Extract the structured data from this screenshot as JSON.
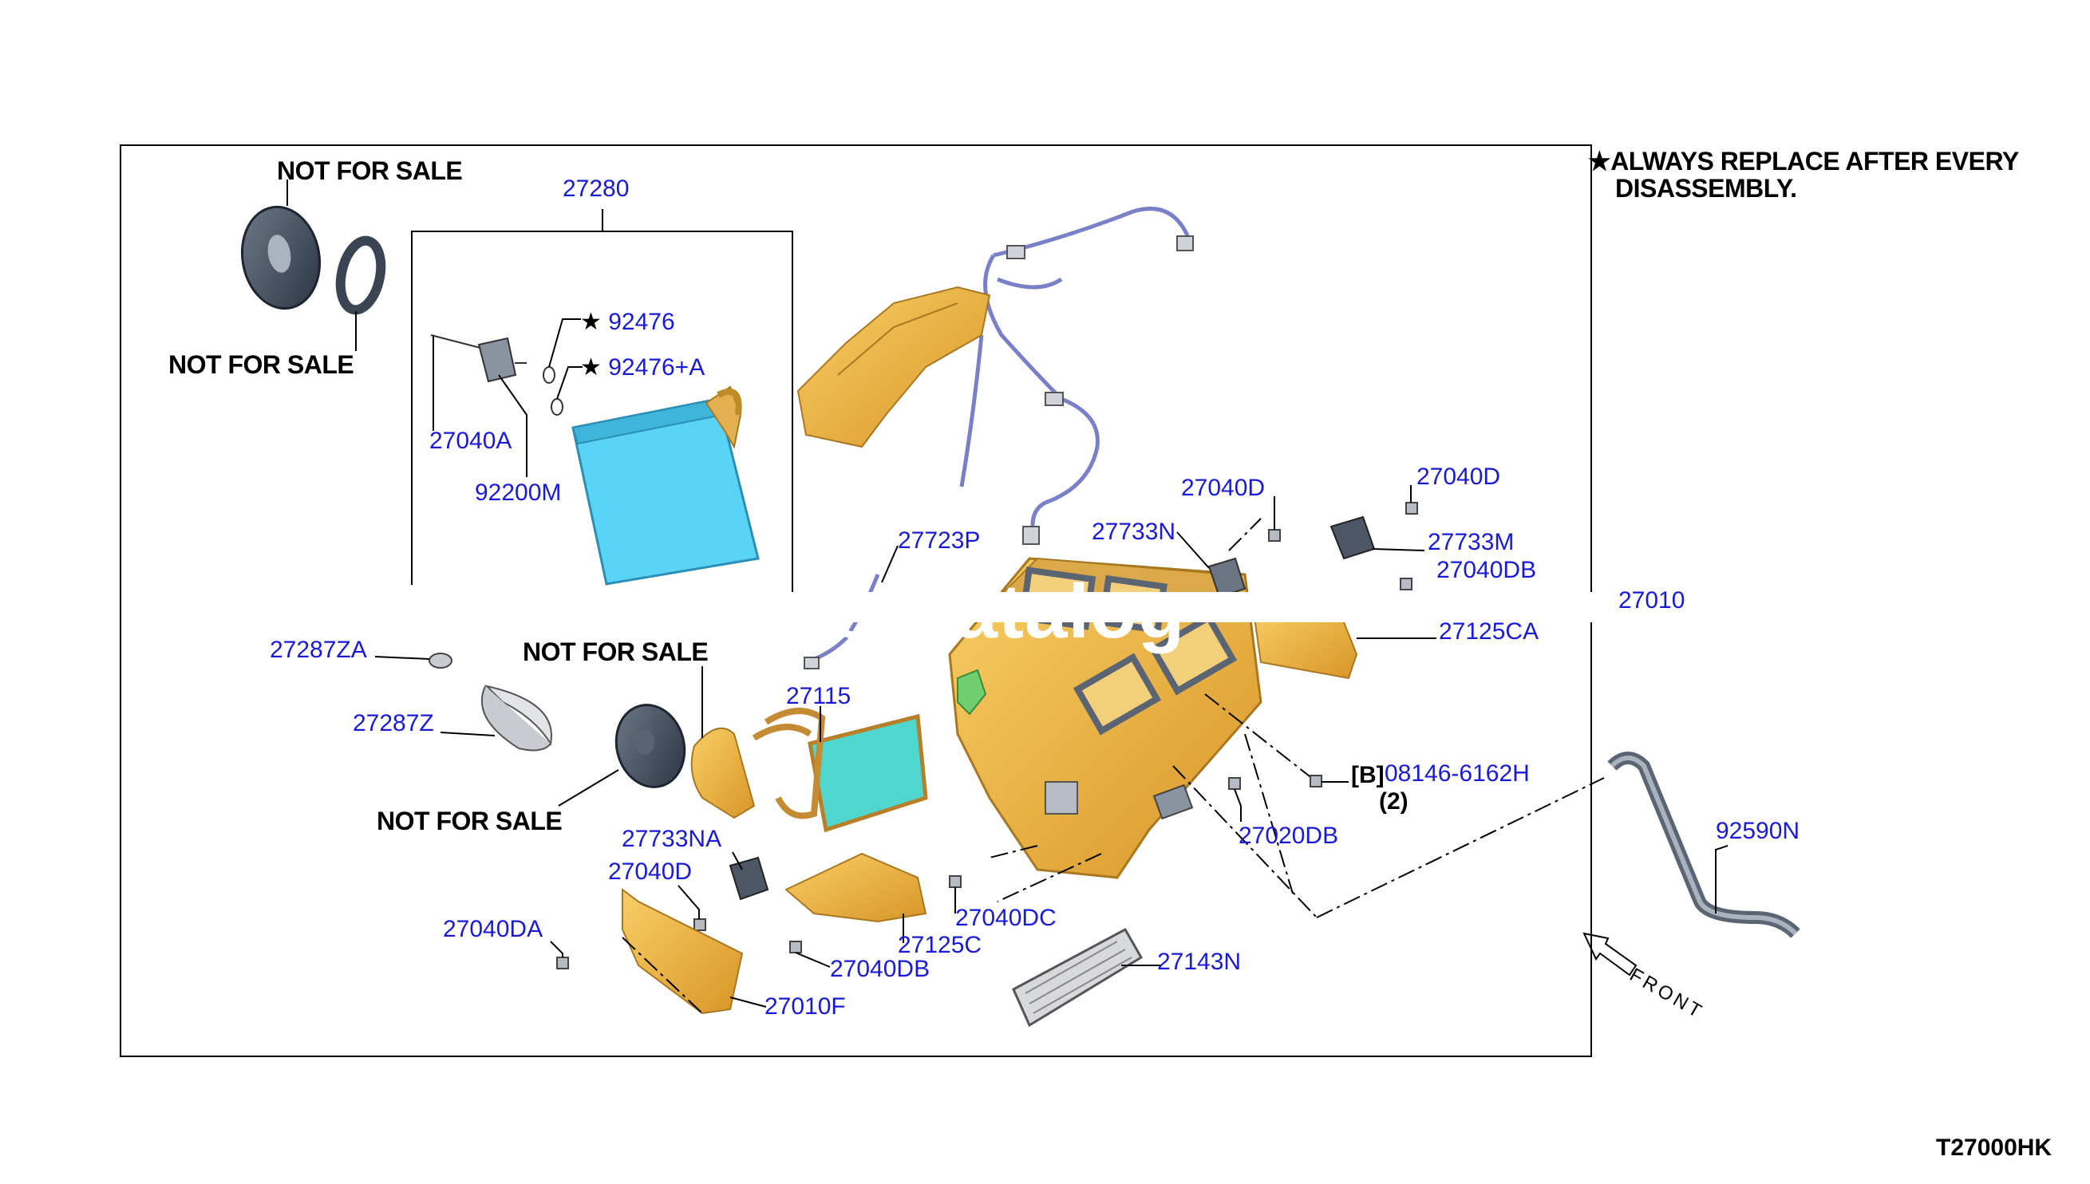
{
  "note": {
    "star": "★",
    "line1": "ALWAYS REPLACE AFTER EVERY",
    "line2": "DISASSEMBLY."
  },
  "not_for_sale": "NOT FOR SALE",
  "watermark": "Nissan Parts Catalog",
  "diagram_code": "T27000HK",
  "front_label": "FRONT",
  "bracket_code": "[B]",
  "bracket_qty": "(2)",
  "parts": {
    "p27280": "27280",
    "p92476": "92476",
    "p92476a": "92476+A",
    "p27040A": "27040A",
    "p92200M": "92200M",
    "p27287ZA": "27287ZA",
    "p27287Z": "27287Z",
    "p27115": "27115",
    "p27723P": "27723P",
    "p27733N": "27733N",
    "p27040D_top": "27040D",
    "p27040D_right": "27040D",
    "p27733M": "27733M",
    "p27040DB_top": "27040DB",
    "p27010": "27010",
    "p27125CA": "27125CA",
    "p08146": "08146-6162H",
    "p27020DB": "27020DB",
    "p92590N": "92590N",
    "p27733NA": "27733NA",
    "p27040D_left": "27040D",
    "p27040DA": "27040DA",
    "p27040DC": "27040DC",
    "p27125C": "27125C",
    "p27040DB_bottom": "27040DB",
    "p27143N": "27143N",
    "p27010F": "27010F"
  },
  "colors": {
    "evaporator": "#5bd3f5",
    "heater_core": "#4fd6cf",
    "housing": "#f0b840",
    "housing_dark": "#c8861a",
    "wire": "#7a80c8",
    "label": "#1a1ad6"
  }
}
